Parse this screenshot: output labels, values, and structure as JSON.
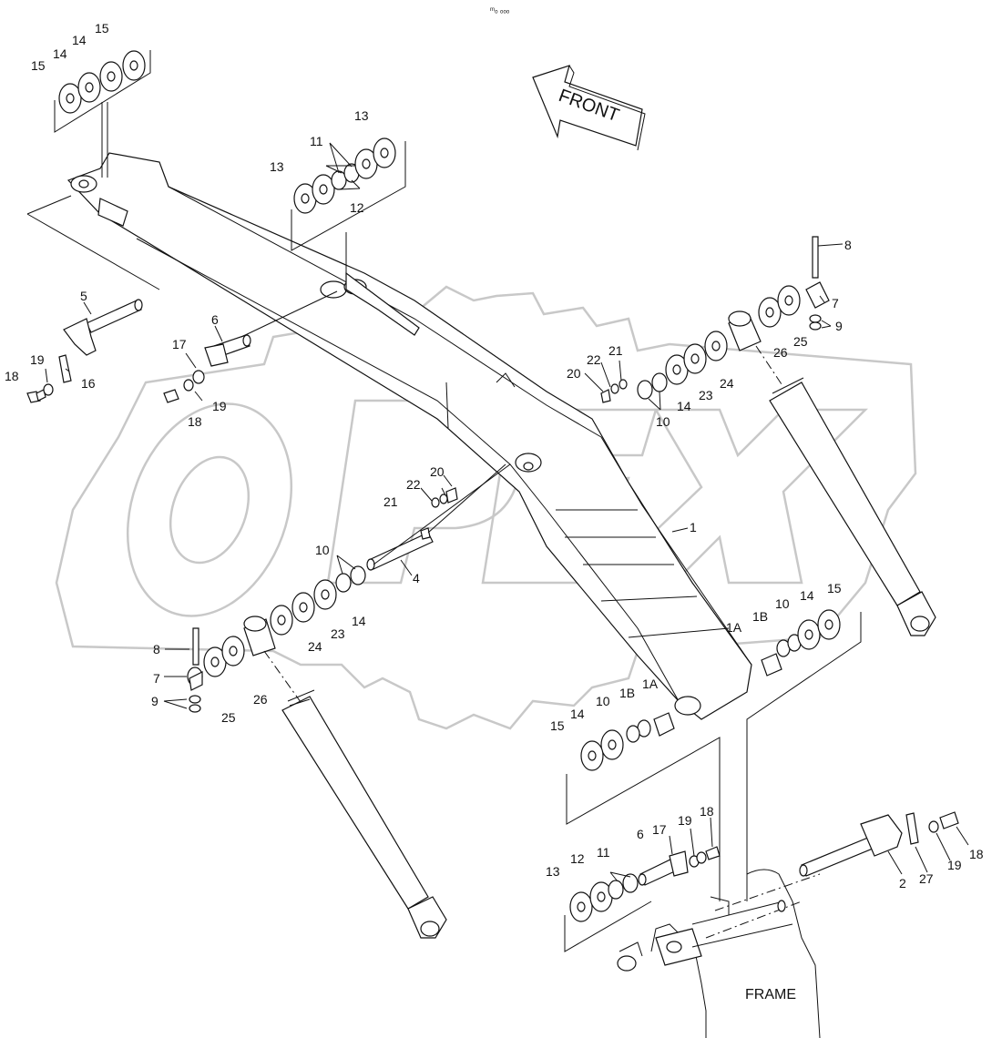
{
  "header_mark": "ᵐₒ ₒₒₒ",
  "front_label": "FRONT",
  "frame_label": "FRAME",
  "watermark_text": "OPEX",
  "callouts": [
    {
      "id": "c1",
      "text": "1"
    },
    {
      "id": "c1a_a",
      "text": "1A"
    },
    {
      "id": "c1a_b",
      "text": "1A"
    },
    {
      "id": "c1b_a",
      "text": "1B"
    },
    {
      "id": "c1b_b",
      "text": "1B"
    },
    {
      "id": "c2",
      "text": "2"
    },
    {
      "id": "c4",
      "text": "4"
    },
    {
      "id": "c5",
      "text": "5"
    },
    {
      "id": "c6_a",
      "text": "6"
    },
    {
      "id": "c6_b",
      "text": "6"
    },
    {
      "id": "c7_a",
      "text": "7"
    },
    {
      "id": "c7_b",
      "text": "7"
    },
    {
      "id": "c8_a",
      "text": "8"
    },
    {
      "id": "c8_b",
      "text": "8"
    },
    {
      "id": "c9_a",
      "text": "9"
    },
    {
      "id": "c9_b",
      "text": "9"
    },
    {
      "id": "c10_a",
      "text": "10"
    },
    {
      "id": "c10_b",
      "text": "10"
    },
    {
      "id": "c10_c",
      "text": "10"
    },
    {
      "id": "c10_d",
      "text": "10"
    },
    {
      "id": "c11_a",
      "text": "11"
    },
    {
      "id": "c11_b",
      "text": "11"
    },
    {
      "id": "c12_a",
      "text": "12"
    },
    {
      "id": "c12_b",
      "text": "12"
    },
    {
      "id": "c13_a",
      "text": "13"
    },
    {
      "id": "c13_b",
      "text": "13"
    },
    {
      "id": "c13_c",
      "text": "13"
    },
    {
      "id": "c14_a",
      "text": "14"
    },
    {
      "id": "c14_b",
      "text": "14"
    },
    {
      "id": "c14_c",
      "text": "14"
    },
    {
      "id": "c14_d",
      "text": "14"
    },
    {
      "id": "c14_e",
      "text": "14"
    },
    {
      "id": "c14_f",
      "text": "14"
    },
    {
      "id": "c15_a",
      "text": "15"
    },
    {
      "id": "c15_b",
      "text": "15"
    },
    {
      "id": "c15_c",
      "text": "15"
    },
    {
      "id": "c15_d",
      "text": "15"
    },
    {
      "id": "c16",
      "text": "16"
    },
    {
      "id": "c17_a",
      "text": "17"
    },
    {
      "id": "c17_b",
      "text": "17"
    },
    {
      "id": "c18_a",
      "text": "18"
    },
    {
      "id": "c18_b",
      "text": "18"
    },
    {
      "id": "c18_c",
      "text": "18"
    },
    {
      "id": "c18_d",
      "text": "18"
    },
    {
      "id": "c19_a",
      "text": "19"
    },
    {
      "id": "c19_b",
      "text": "19"
    },
    {
      "id": "c19_c",
      "text": "19"
    },
    {
      "id": "c19_d",
      "text": "19"
    },
    {
      "id": "c20_a",
      "text": "20"
    },
    {
      "id": "c20_b",
      "text": "20"
    },
    {
      "id": "c21_a",
      "text": "21"
    },
    {
      "id": "c21_b",
      "text": "21"
    },
    {
      "id": "c22_a",
      "text": "22"
    },
    {
      "id": "c22_b",
      "text": "22"
    },
    {
      "id": "c23_a",
      "text": "23"
    },
    {
      "id": "c23_b",
      "text": "23"
    },
    {
      "id": "c24_a",
      "text": "24"
    },
    {
      "id": "c24_b",
      "text": "24"
    },
    {
      "id": "c25_a",
      "text": "25"
    },
    {
      "id": "c25_b",
      "text": "25"
    },
    {
      "id": "c26_a",
      "text": "26"
    },
    {
      "id": "c26_b",
      "text": "26"
    },
    {
      "id": "c27",
      "text": "27"
    }
  ]
}
